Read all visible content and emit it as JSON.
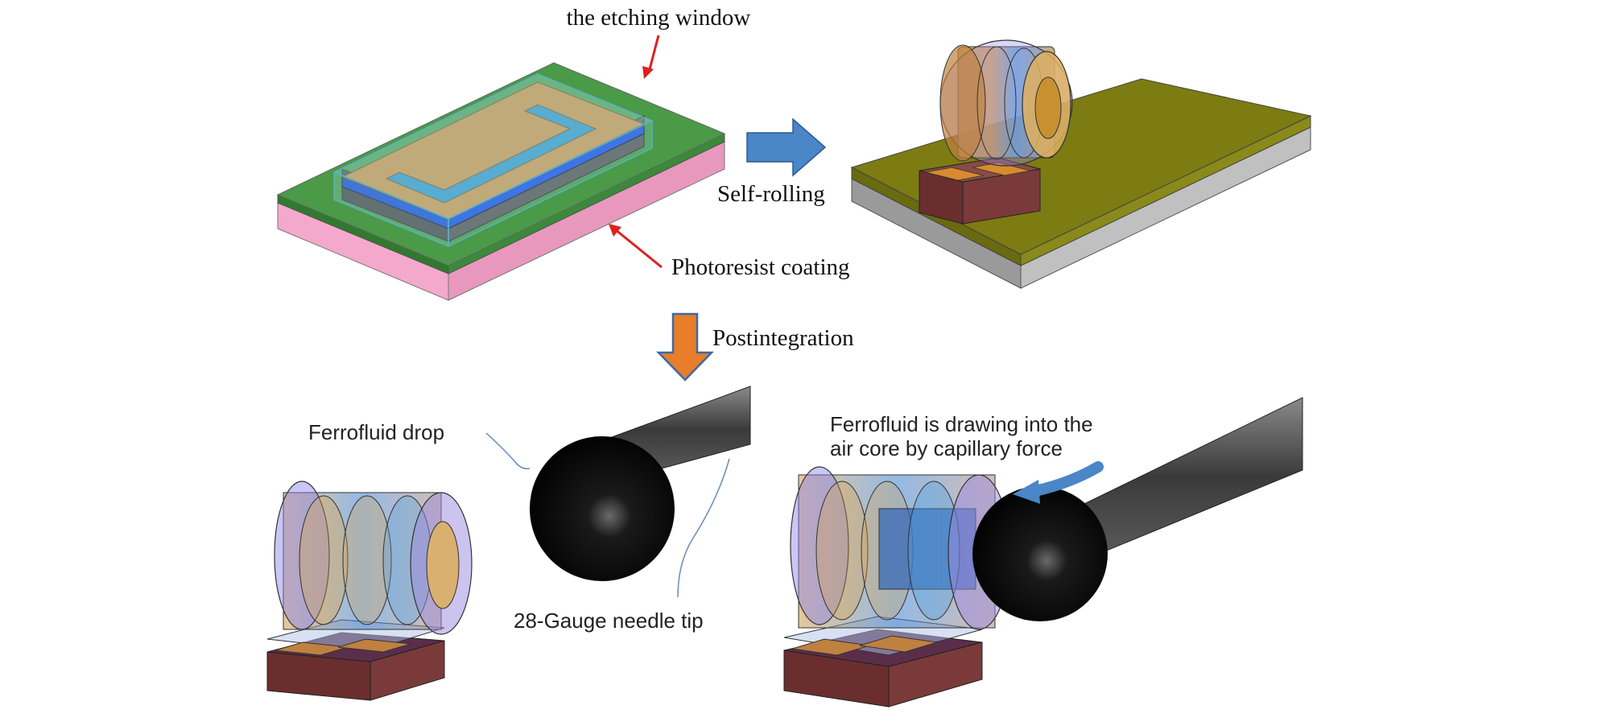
{
  "labels": {
    "etching_window": "the etching window",
    "self_rolling": "Self-rolling",
    "photoresist": "Photoresist coating",
    "postintegration": "Postintegration",
    "ferrofluid_drop": "Ferrofluid drop",
    "needle_tip": "28-Gauge needle tip",
    "drawing_line1": "Ferrofluid is drawing into the",
    "drawing_line2": "air core by capillary force"
  },
  "colors": {
    "substrate_pink": "#f4a9cc",
    "green_layer": "#3a8a3a",
    "gold_layer": "#c98a3c",
    "blue_layer": "#1e4fd0",
    "gray_block": "#5a5a5a",
    "olive_plate": "#7a7a10",
    "maroon_block": "#7a3a3a",
    "arrow_blue": "#4a86c8",
    "arrow_orange": "#e87d2a",
    "red_pointer": "#e02020",
    "drop_black": "#0a0a0a"
  }
}
